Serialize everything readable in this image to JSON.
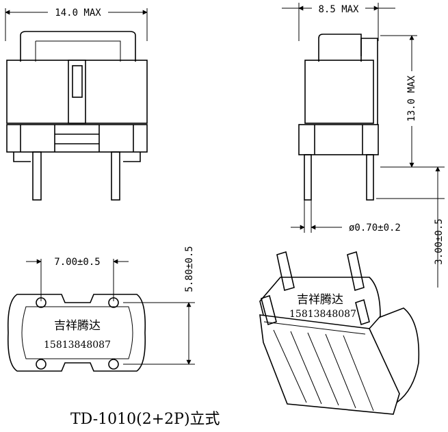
{
  "dimensions": {
    "front_width": "14.0 MAX",
    "side_width": "8.5 MAX",
    "side_height": "13.0 MAX",
    "pin_diameter": "ø0.70±0.2",
    "pin_length": "3.00±0.5",
    "pin_pitch_x": "7.00±0.5",
    "pin_pitch_y": "5.80±0.5"
  },
  "marking": {
    "company": "吉祥腾达",
    "phone": "15813848087"
  },
  "caption": "TD-1010(2+2P)立式"
}
